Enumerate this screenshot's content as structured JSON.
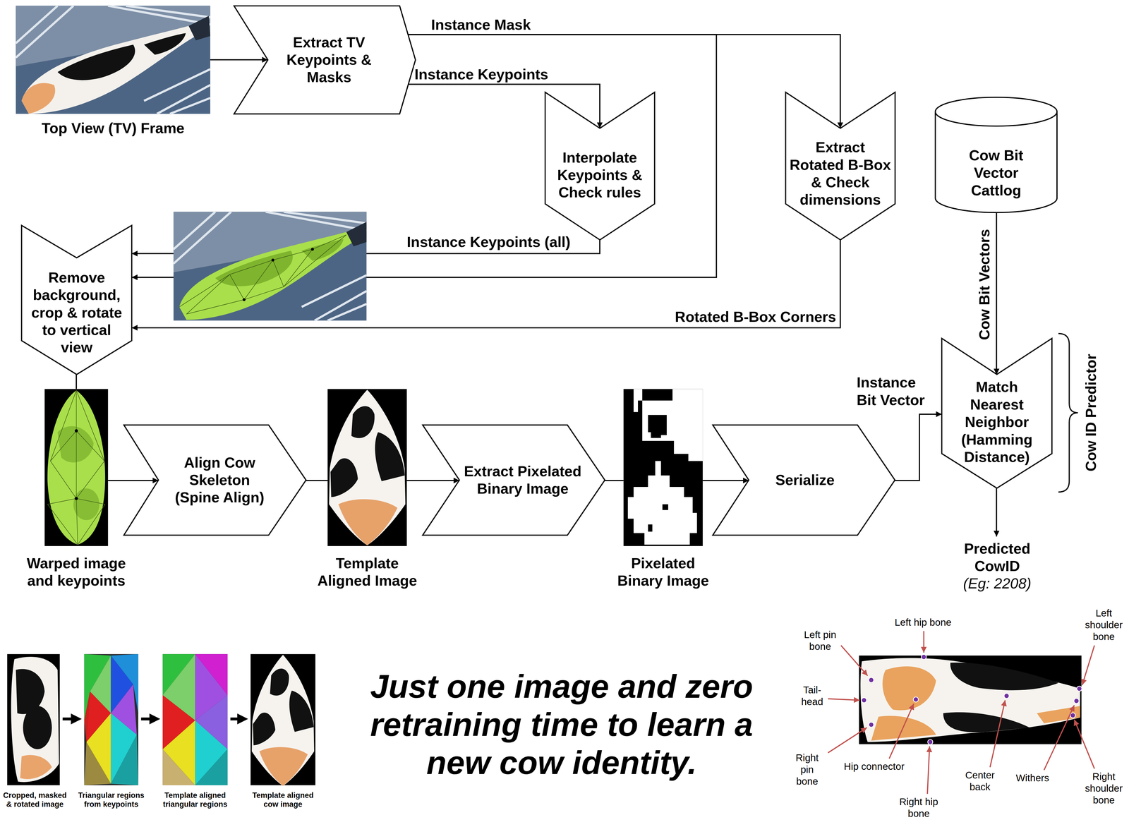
{
  "diagram": {
    "nodes": [
      {
        "text": [
          "Top View (TV) Frame"
        ]
      },
      {
        "text": [
          "Extract TV Keypoints & Masks"
        ]
      },
      {
        "text": [
          "Interpolate Keypoints & Check rules"
        ]
      },
      {
        "text": [
          "Extract Rotated B-Box & Check dimensions"
        ]
      },
      {
        "text": [
          "Cow Bit Vector Cattlog"
        ]
      },
      {
        "text": [
          "Remove background, crop & rotate to vertical view"
        ]
      },
      {
        "text": [
          "Warped image and keypoints"
        ]
      },
      {
        "text": [
          "Align Cow Skeleton (Spine Align)"
        ]
      },
      {
        "text": [
          "Template Aligned Image"
        ]
      },
      {
        "text": [
          "Extract Pixelated Binary Image"
        ]
      },
      {
        "text": [
          "Pixelated Binary Image"
        ]
      },
      {
        "text": [
          "Serialize"
        ]
      },
      {
        "text": [
          "Match Nearest Neighbor (Hamming Distance)"
        ]
      },
      {
        "text": [
          "Predicted CowID",
          "(Eg: 2208)"
        ]
      },
      {
        "text": [
          "Cropped, masked & rotated image"
        ]
      },
      {
        "text": [
          "Triangular regions from keypoints"
        ]
      },
      {
        "text": [
          "Template aligned triangular regions"
        ]
      },
      {
        "text": [
          "Template aligned cow image"
        ]
      }
    ],
    "edges": [
      {
        "from": 0,
        "to": 1,
        "arrow": "to"
      },
      {
        "from": 1,
        "to": 3,
        "label": "Instance Mask",
        "arrow": "to"
      },
      {
        "from": 1,
        "to": 5,
        "arrow": "to"
      },
      {
        "from": 1,
        "to": 2,
        "label": "Instance Keypoints",
        "arrow": "to"
      },
      {
        "from": 2,
        "to": 5,
        "label": "Instance Keypoints (all)",
        "arrow": "to"
      },
      {
        "from": 3,
        "to": 5,
        "label": "Rotated B-Box Corners",
        "arrow": "to"
      },
      {
        "from": 4,
        "to": 12,
        "label": "Cow Bit Vectors",
        "arrow": "to"
      },
      {
        "from": 5,
        "to": 6,
        "arrow": "none"
      },
      {
        "from": 6,
        "to": 7,
        "arrow": "to"
      },
      {
        "from": 7,
        "to": 8,
        "arrow": "none"
      },
      {
        "from": 8,
        "to": 9,
        "arrow": "to"
      },
      {
        "from": 9,
        "to": 10,
        "arrow": "none"
      },
      {
        "from": 10,
        "to": 11,
        "arrow": "to"
      },
      {
        "from": 11,
        "to": 12,
        "label": "Instance Bit Vector",
        "arrow": "to"
      },
      {
        "from": 12,
        "to": 13,
        "arrow": "to"
      },
      {
        "from": 14,
        "to": 15,
        "arrow": "to"
      },
      {
        "from": 15,
        "to": 16,
        "arrow": "to"
      },
      {
        "from": 16,
        "to": 17,
        "arrow": "to"
      }
    ],
    "labels": [
      "Cow ID Predictor",
      "Just one image and zero retraining time to learn a new cow identity.",
      "Left hip bone",
      "Left shoulder bone",
      "Left pin bone",
      "Tail-head",
      "Right pin bone",
      "Hip connector",
      "Center back",
      "Withers",
      "Right shoulder bone",
      "Right hip bone"
    ]
  }
}
